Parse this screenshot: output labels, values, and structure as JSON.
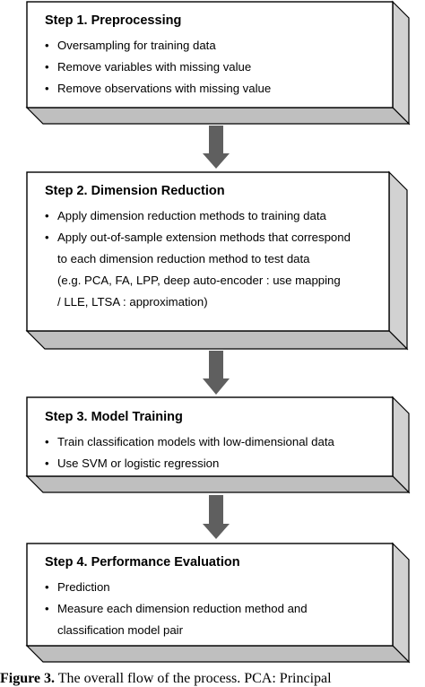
{
  "steps": [
    {
      "title": "Step 1. Preprocessing",
      "items": [
        "Oversampling for training data",
        "Remove variables with missing value",
        "Remove observations with missing value"
      ]
    },
    {
      "title": "Step 2. Dimension Reduction",
      "items": [
        "Apply dimension reduction methods to training data",
        "Apply out-of-sample extension methods that correspond",
        "to each dimension reduction method to test data",
        "(e.g. PCA, FA, LPP, deep auto-encoder : use mapping",
        "/ LLE, LTSA : approximation)"
      ]
    },
    {
      "title": "Step 3. Model Training",
      "items": [
        "Train classification models with low-dimensional data",
        "Use SVM or logistic regression"
      ]
    },
    {
      "title": "Step 4. Performance Evaluation",
      "items": [
        "Prediction",
        "Measure each dimension reduction method and",
        "classification model pair"
      ]
    }
  ],
  "bullet": "•",
  "caption": {
    "label": "Figure 3.",
    "text": "The overall flow of the process. PCA: Principal"
  },
  "colors": {
    "arrow": "#5f5f5f",
    "box_side": "#d2d2d2",
    "box_bottom": "#bfbfbf",
    "border": "#000000"
  }
}
